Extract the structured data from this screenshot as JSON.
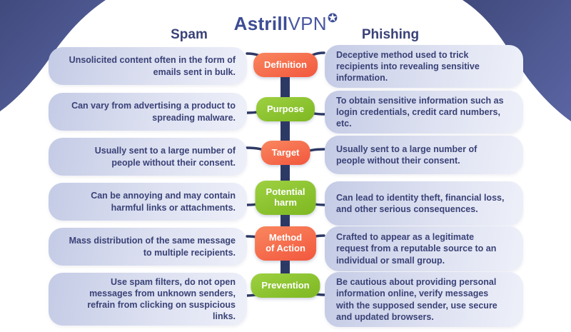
{
  "brand": {
    "name_bold": "Astrill",
    "name_light": "VPN",
    "star_glyph": "✪"
  },
  "columns": {
    "left_header": "Spam",
    "right_header": "Phishing"
  },
  "colors": {
    "navy": "#2d3965",
    "navy-text": "#3a4277",
    "navy-logo": "#3d4c94",
    "navy-logo-light": "#4a57a0",
    "coral": "#f2573d",
    "coral-light": "#f9875f",
    "green": "#7eb822",
    "green-light": "#9dd041",
    "card-gradient-start": "#c4cbe5",
    "card-gradient-end": "#eef0f9",
    "blob": "#4d5890"
  },
  "rows": [
    {
      "category": "Definition",
      "accent": "coral",
      "left": "Unsolicited content often in the form of emails sent in bulk.",
      "right": "Deceptive method used to trick recipients into revealing sensitive information."
    },
    {
      "category": "Purpose",
      "accent": "green",
      "left": "Can vary from advertising a product to spreading malware.",
      "right": "To obtain sensitive information such as login credentials, credit card numbers, etc."
    },
    {
      "category": "Target",
      "accent": "coral",
      "left": "Usually sent to a large number of people without their consent.",
      "right": "Usually sent to a large number of people without their consent."
    },
    {
      "category": "Potential\nharm",
      "accent": "green",
      "left": "Can be annoying and may contain harmful links or attachments.",
      "right": "Can lead to identity theft, financial loss, and other serious consequences."
    },
    {
      "category": "Method\nof Action",
      "accent": "coral",
      "left": "Mass distribution of the same message to multiple recipients.",
      "right": "Crafted to appear as a legitimate request from a reputable source to an individual or small group."
    },
    {
      "category": "Prevention",
      "accent": "green",
      "left": "Use spam filters, do not open messages from unknown senders, refrain from clicking on suspicious links.",
      "right": "Be cautious about providing personal information online, verify messages with the supposed sender, use secure and updated browsers."
    }
  ]
}
